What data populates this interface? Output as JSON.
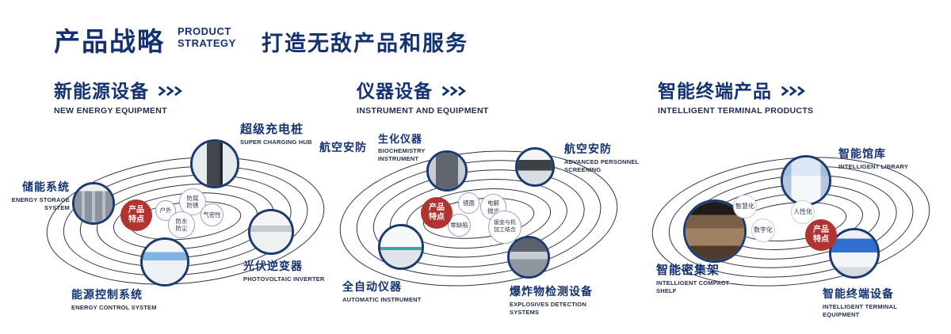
{
  "header": {
    "title": "产品战略",
    "subtitle_lines": [
      "PRODUCT",
      "STRATEGY"
    ],
    "tagline": "打造无敌产品和服务"
  },
  "sections": [
    {
      "title": "新能源设备",
      "subtitle": "NEW ENERGY EQUIPMENT",
      "badge": "产品特点",
      "nodes": [
        {
          "name": "储能系统",
          "en": "ENERGY STORAGE SYSTEM"
        },
        {
          "name": "超级充电桩",
          "en": "SUPER CHARGING HUB"
        },
        {
          "name": "光伏逆变器",
          "en": "PHOTOVOLTAIC INVERTER"
        },
        {
          "name": "能源控制系统",
          "en": "ENERGY CONTROL SYSTEM"
        }
      ],
      "features": [
        "户外",
        "防腐防锈",
        "气密性",
        "防水防尘"
      ]
    },
    {
      "title": "仪器设备",
      "subtitle": "INSTRUMENT AND EQUIPMENT",
      "badge": "产品特点",
      "side_label": "航空安防",
      "nodes": [
        {
          "name": "生化仪器",
          "en": "BIOCHEMISTRY INSTRUMENT"
        },
        {
          "name": "航空安防",
          "en": "ADVANCED PERSONNEL SCREENING"
        },
        {
          "name": "全自动仪器",
          "en": "AUTOMATIC INSTRUMENT"
        },
        {
          "name": "爆炸物检测设备",
          "en": "EXPLOSIVES DETECTION SYSTEMS"
        }
      ],
      "features": [
        "镜面",
        "电解抛光",
        "零缺陷",
        "钣金与机加工结合"
      ]
    },
    {
      "title": "智能终端产品",
      "subtitle": "INTELLIGENT TERMINAL PRODUCTS",
      "badge": "产品特点",
      "nodes": [
        {
          "name": "智能馆库",
          "en": "INTELLIGENT LIBRARY"
        },
        {
          "name": "智能密集架",
          "en": "INTELLIGENT COMPACT SHELF"
        },
        {
          "name": "智能终端设备",
          "en": "INTELLIGENT TERMINAL EQUIPMENT"
        }
      ],
      "features": [
        "智慧化",
        "人性化",
        "数字化"
      ]
    }
  ]
}
